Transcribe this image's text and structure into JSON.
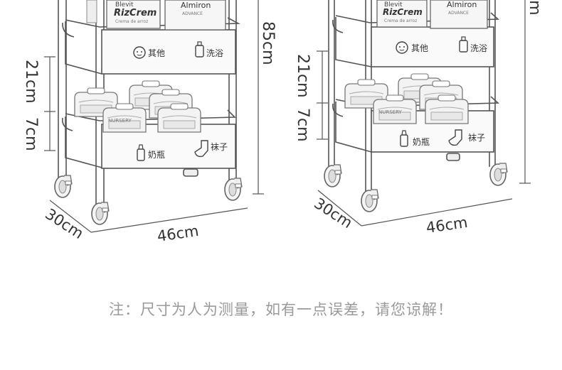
{
  "products": {
    "box1_brand": "Blevit",
    "box1_name": "RizCrem",
    "box1_sub": "Crema de arroz",
    "box2_brand": "Almiron",
    "box2_sub": "ADVANCE"
  },
  "labels": {
    "top_basket_left": "其他",
    "top_basket_right": "洗浴",
    "bottom_basket_left": "奶瓶",
    "bottom_basket_right": "袜子",
    "pack_text": "NURSERY"
  },
  "dimensions": {
    "height": "85cm",
    "gap_upper": "21cm",
    "gap_lower": "7cm",
    "depth": "30cm",
    "width": "46cm"
  },
  "footer_note": "注：尺寸为人为测量，如有一点误差，请您谅解！"
}
